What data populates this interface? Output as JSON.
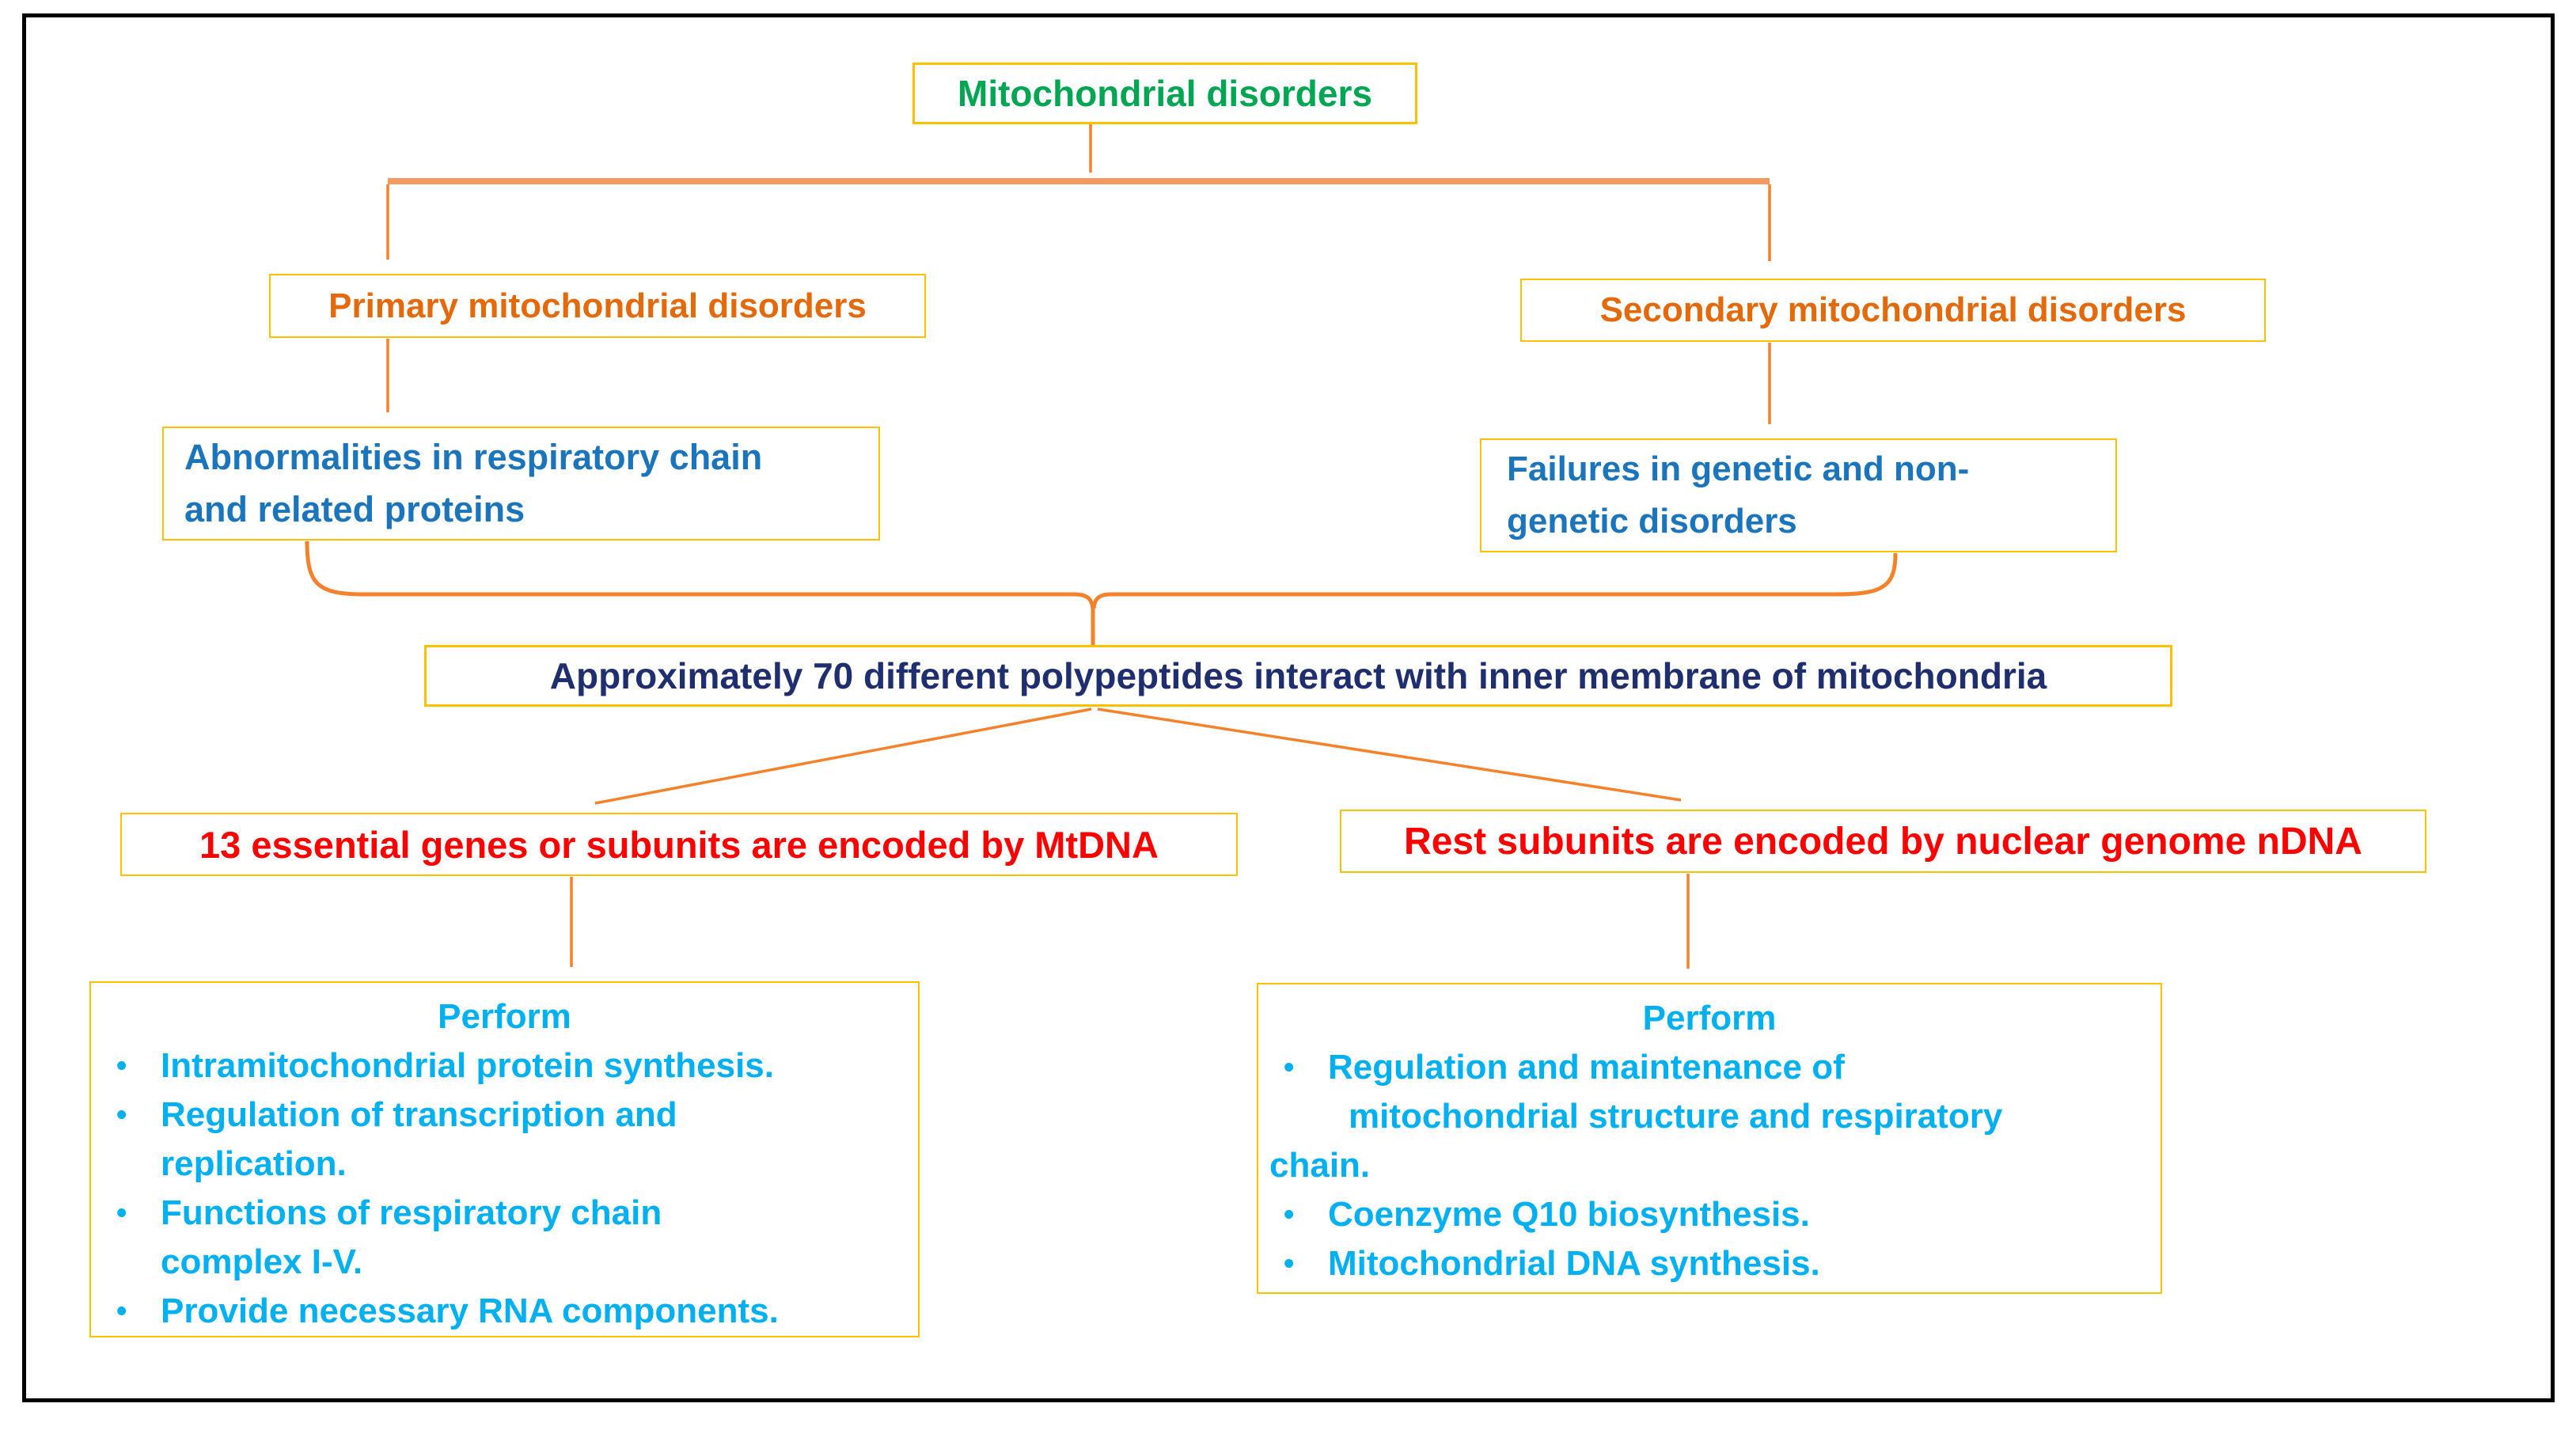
{
  "diagram_title": "Mitochondrial disorders flowchart",
  "colors": {
    "green": "#00A651",
    "orange": "#E4690B",
    "blue": "#1B75BC",
    "navy": "#1F2E6E",
    "red": "#FF0000",
    "cyan": "#00B0F0",
    "arrow": "#F5822A",
    "arrow-light": "#F49A60",
    "gold": "#FFC000",
    "frame": "#000000"
  },
  "nodes": {
    "root": {
      "label": "Mitochondrial disorders"
    },
    "primary": {
      "label": "Primary mitochondrial disorders"
    },
    "secondary": {
      "label": "Secondary mitochondrial disorders"
    },
    "abnormalities": {
      "lines": [
        "Abnormalities in respiratory chain",
        "and related proteins"
      ]
    },
    "failures": {
      "lines": [
        "Failures in genetic and non-",
        "genetic disorders"
      ]
    },
    "polypeptides": {
      "label": "Approximately 70 different polypeptides interact with inner membrane of mitochondria"
    },
    "mtdna": {
      "label": "13 essential genes or subunits are encoded by MtDNA"
    },
    "ndna": {
      "label": "Rest subunits are encoded by nuclear genome nDNA"
    },
    "perform_mtdna": {
      "title": "Perform",
      "lines": [
        {
          "bullet": true,
          "text": "Intramitochondrial protein synthesis."
        },
        {
          "bullet": true,
          "text": "Regulation of transcription and"
        },
        {
          "bullet": false,
          "indent": "hang",
          "text": "replication."
        },
        {
          "bullet": true,
          "text": "Functions of respiratory chain"
        },
        {
          "bullet": false,
          "indent": "hang",
          "text": "complex I-V."
        },
        {
          "bullet": true,
          "text": "Provide necessary RNA components."
        }
      ]
    },
    "perform_ndna": {
      "title": "Perform",
      "lines": [
        {
          "bullet": true,
          "text": "Regulation and maintenance of"
        },
        {
          "bullet": false,
          "indent": "hang2",
          "text": "mitochondrial structure and respiratory"
        },
        {
          "bullet": false,
          "indent": "flush",
          "text": "chain."
        },
        {
          "bullet": true,
          "text": "Coenzyme Q10 biosynthesis."
        },
        {
          "bullet": true,
          "text": "Mitochondrial DNA synthesis."
        }
      ]
    }
  }
}
